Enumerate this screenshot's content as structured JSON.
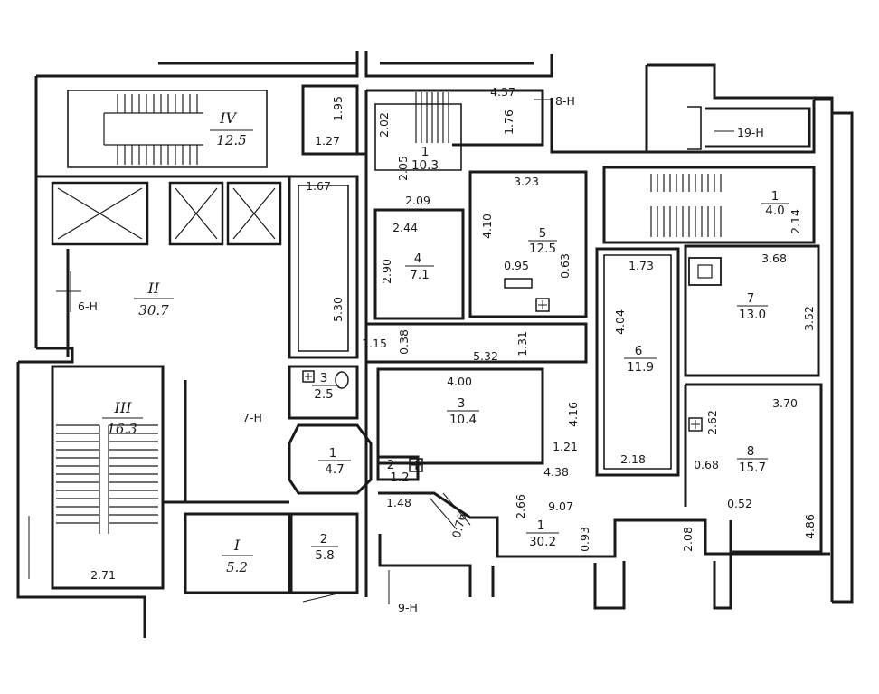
{
  "rooms": [
    {
      "id": "IV",
      "area": "12.5"
    },
    {
      "id": "II",
      "area": "30.7"
    },
    {
      "id": "III",
      "area": "16.3"
    },
    {
      "id": "I",
      "area": "5.2"
    },
    {
      "id": "1",
      "area": "10.3"
    },
    {
      "id": "4",
      "area": "7.1"
    },
    {
      "id": "5",
      "area": "12.5"
    },
    {
      "id": "1",
      "area": "4.0"
    },
    {
      "id": "6",
      "area": "11.9"
    },
    {
      "id": "7",
      "area": "13.0"
    },
    {
      "id": "3",
      "area": "2.5"
    },
    {
      "id": "3",
      "area": "10.4"
    },
    {
      "id": "1",
      "area": "4.7"
    },
    {
      "id": "2",
      "area": "1.2"
    },
    {
      "id": "2",
      "area": "5.8"
    },
    {
      "id": "1",
      "area": "30.2"
    },
    {
      "id": "8",
      "area": "15.7"
    }
  ],
  "dimensions": [
    "1.95",
    "1.27",
    "2.02",
    "4.37",
    "1.76",
    "2.05",
    "2.09",
    "1.67",
    "3.23",
    "4.10",
    "0.63",
    "0.95",
    "2.44",
    "2.90",
    "5.30",
    "1.73",
    "3.68",
    "2.14",
    "4.04",
    "3.52",
    "1.15",
    "0.38",
    "5.32",
    "1.31",
    "4.00",
    "4.16",
    "1.21",
    "2.62",
    "3.70",
    "0.68",
    "0.52",
    "4.38",
    "2.18",
    "2.66",
    "9.07",
    "0.93",
    "2.08",
    "4.86",
    "1.48",
    "0.76",
    "2.71"
  ],
  "markers": [
    "8-Н",
    "19-Н",
    "6-Н",
    "7-Н",
    "9-Н"
  ]
}
